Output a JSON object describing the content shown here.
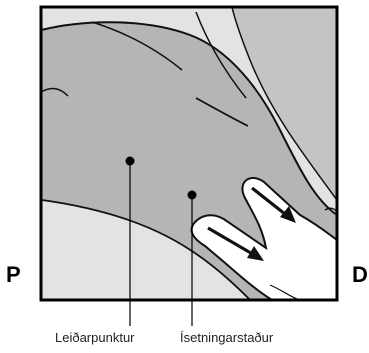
{
  "labels": {
    "left": "P",
    "right": "D"
  },
  "callouts": [
    {
      "text": "Leiðarpunktur"
    },
    {
      "text": "Ísetningarstaður"
    }
  ],
  "colors": {
    "frame": "#000000",
    "background": "#e3e3e3",
    "thigh": "#b5b5b5",
    "hand": "#ffffff",
    "outline": "#111111"
  }
}
